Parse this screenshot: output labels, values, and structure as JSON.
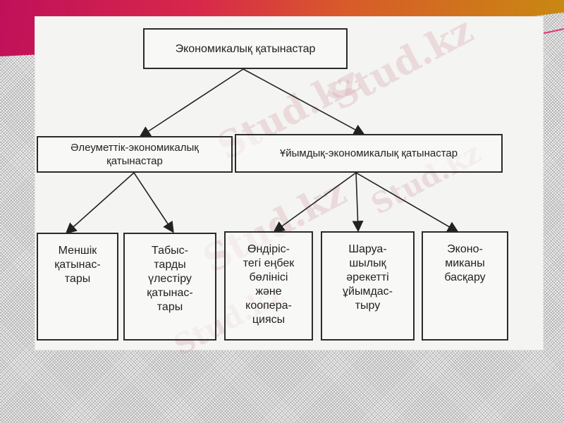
{
  "slide": {
    "banner_colors": [
      "#c0105a",
      "#d8284a",
      "#c88a10"
    ],
    "watermark_text": "Stud.kz"
  },
  "diagram": {
    "root": {
      "label": "Экономикалық қатынастар"
    },
    "level1": [
      {
        "label": "Әлеуметтік-экономикалық\nқатынастар"
      },
      {
        "label": "Ұйымдық-экономикалық қатынастар"
      }
    ],
    "leaves": [
      {
        "label": "Меншік\nқатынас-\nтары",
        "parent": 0
      },
      {
        "label": "Табыс-\nтарды\nүлестіру\nқатынас-\nтары",
        "parent": 0
      },
      {
        "label": "Өндіріс-\nтегі еңбек\nбөлінісі\nжәне\nкоопера-\nциясы",
        "parent": 1
      },
      {
        "label": "Шаруа-\nшылық\nәрекетті\nұйымдас-\nтыру",
        "parent": 1
      },
      {
        "label": "Эконо-\nмиканы\nбасқару",
        "parent": 1
      }
    ]
  }
}
